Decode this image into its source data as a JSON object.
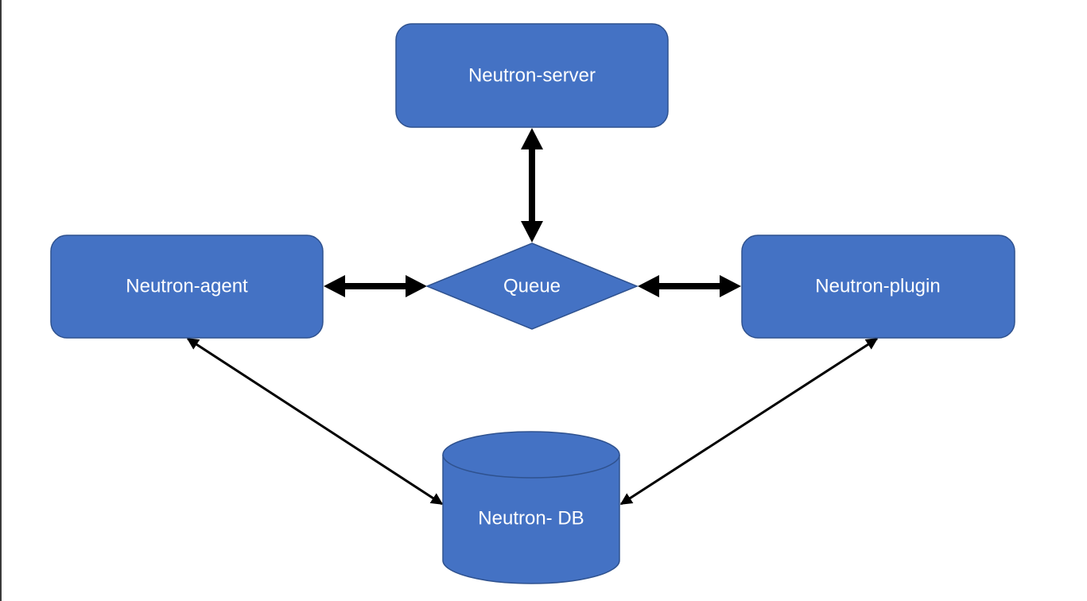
{
  "diagram": {
    "nodes": {
      "server": {
        "label": "Neutron-server",
        "shape": "rounded-rectangle"
      },
      "agent": {
        "label": "Neutron-agent",
        "shape": "rounded-rectangle"
      },
      "queue": {
        "label": "Queue",
        "shape": "diamond"
      },
      "plugin": {
        "label": "Neutron-plugin",
        "shape": "rounded-rectangle"
      },
      "db": {
        "label": "Neutron- DB",
        "shape": "cylinder"
      }
    },
    "edges": [
      {
        "from": "server",
        "to": "queue",
        "direction": "bidirectional",
        "weight": "thick"
      },
      {
        "from": "agent",
        "to": "queue",
        "direction": "bidirectional",
        "weight": "thick"
      },
      {
        "from": "queue",
        "to": "plugin",
        "direction": "bidirectional",
        "weight": "thick"
      },
      {
        "from": "agent",
        "to": "db",
        "direction": "bidirectional",
        "weight": "thin"
      },
      {
        "from": "plugin",
        "to": "db",
        "direction": "bidirectional",
        "weight": "thin"
      }
    ],
    "colors": {
      "node_fill": "#4472C4",
      "node_stroke": "#2F528F",
      "label_text": "#FFFFFF",
      "arrow": "#000000"
    }
  }
}
